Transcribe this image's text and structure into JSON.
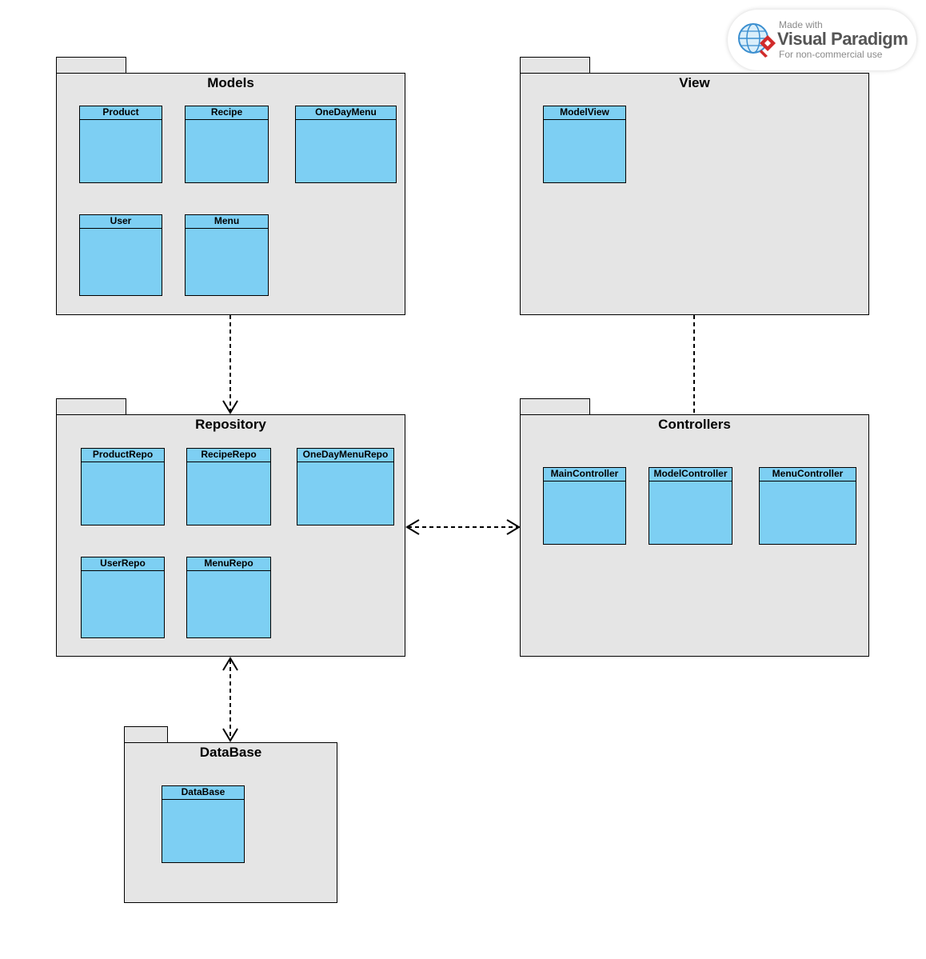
{
  "watermark": {
    "line1": "Made with",
    "line2": "Visual Paradigm",
    "line3": "For non-commercial use"
  },
  "packages": {
    "models": {
      "title": "Models",
      "classes": [
        "Product",
        "Recipe",
        "OneDayMenu",
        "User",
        "Menu"
      ]
    },
    "view": {
      "title": "View",
      "classes": [
        "ModelView"
      ]
    },
    "repository": {
      "title": "Repository",
      "classes": [
        "ProductRepo",
        "RecipeRepo",
        "OneDayMenuRepo",
        "UserRepo",
        "MenuRepo"
      ]
    },
    "controllers": {
      "title": "Controllers",
      "classes": [
        "MainController",
        "ModelController",
        "MenuController"
      ]
    },
    "database": {
      "title": "DataBase",
      "classes": [
        "DataBase"
      ]
    }
  },
  "relations": [
    {
      "from": "Models",
      "to": "Repository",
      "style": "dashed",
      "arrow": "end"
    },
    {
      "from": "View",
      "to": "Controllers",
      "style": "dashed",
      "arrow": "none"
    },
    {
      "from": "Repository",
      "to": "Controllers",
      "style": "dashed",
      "arrow": "both"
    },
    {
      "from": "Repository",
      "to": "DataBase",
      "style": "dashed",
      "arrow": "both"
    }
  ],
  "colors": {
    "package_fill": "#e5e5e5",
    "class_fill": "#7dcff3",
    "line": "#000000"
  }
}
